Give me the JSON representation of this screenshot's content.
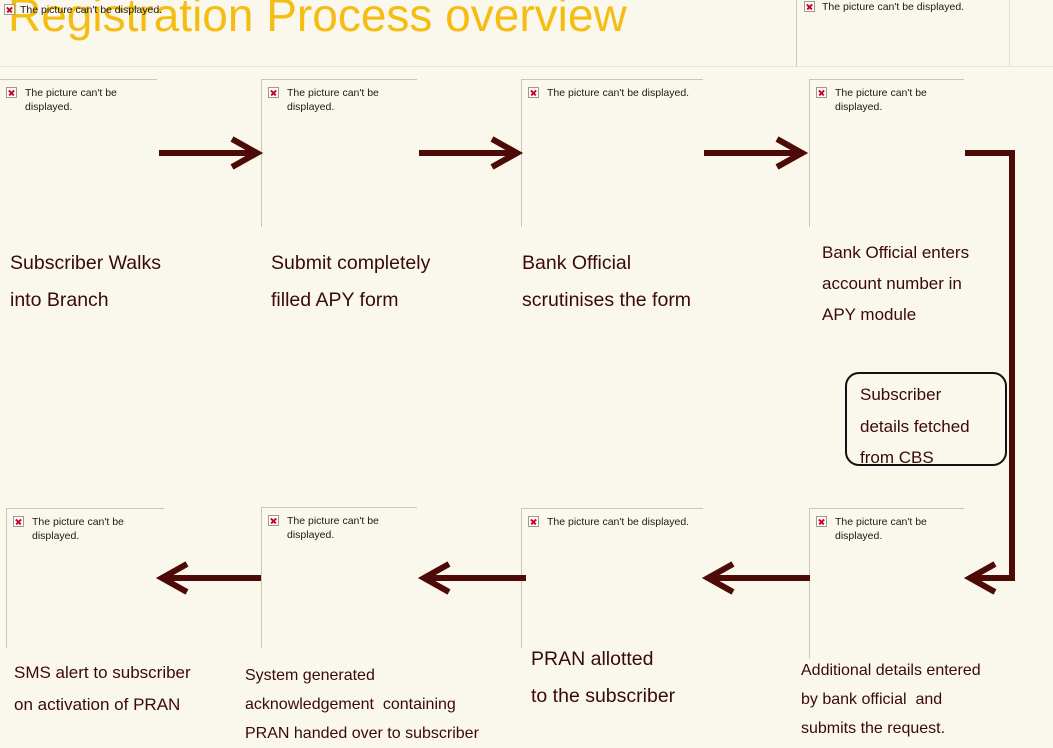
{
  "title": "Registration Process overview",
  "placeholder_text": "The picture can't be displayed.",
  "placeholders_split": {
    "line1": "The picture can't be",
    "line2": "displayed."
  },
  "top_row": [
    {
      "line1": "Subscriber Walks",
      "line2": "into Branch"
    },
    {
      "line1": "Submit completely",
      "line2": "filled APY form"
    },
    {
      "line1": "Bank Official",
      "line2": "scrutinises the form"
    },
    {
      "line1": "Bank Official enters",
      "line2": "account number in",
      "line3": "APY module"
    }
  ],
  "callout": {
    "line1": "Subscriber",
    "line2": "details fetched",
    "line3": "from CBS"
  },
  "bottom_row": [
    {
      "line1": "SMS alert to subscriber",
      "line2": "on activation of PRAN"
    },
    {
      "line1": "System generated",
      "line2": "acknowledgement  containing",
      "line3": "PRAN handed over to subscriber"
    },
    {
      "line1": "PRAN allotted",
      "line2": "to the subscriber"
    },
    {
      "line1": "Additional details entered",
      "line2": "by bank official  and",
      "line3": "submits the request."
    }
  ],
  "colors": {
    "title": "#f5bd14",
    "arrow": "#4d0a06",
    "text": "#3a0a06",
    "background": "#faf8ec"
  }
}
